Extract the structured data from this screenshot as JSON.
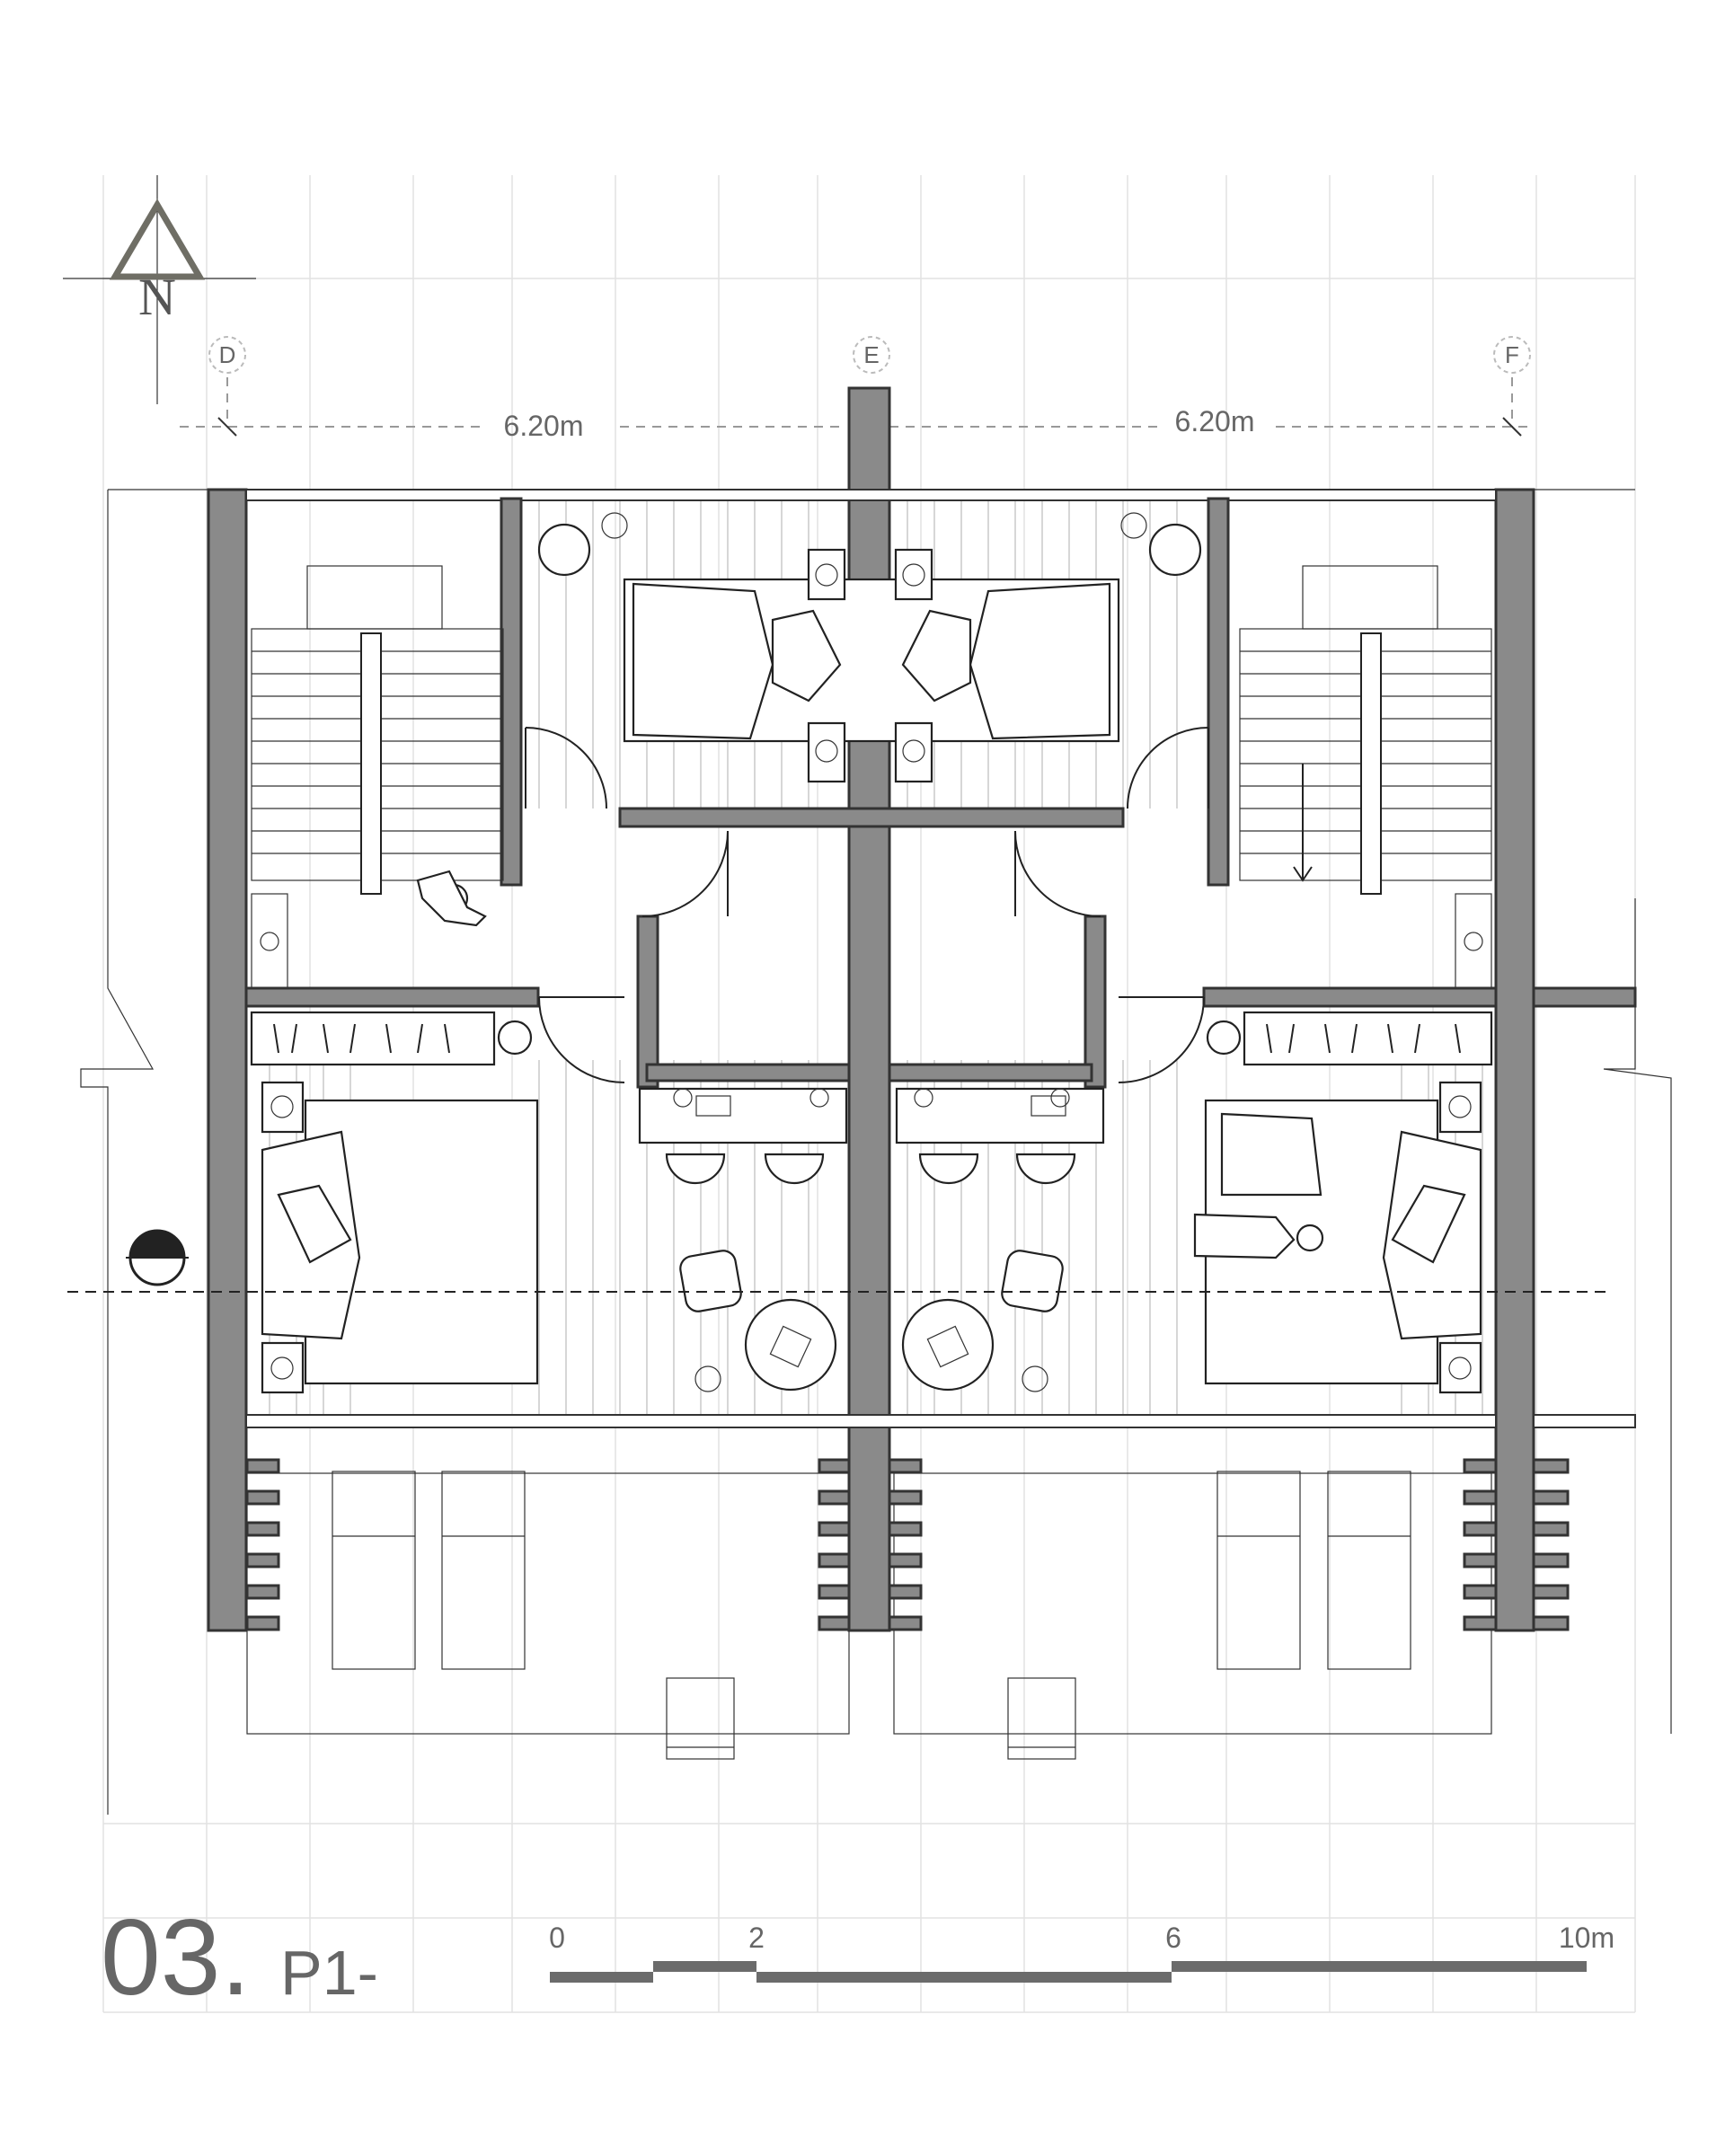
{
  "north": {
    "letter": "N"
  },
  "axes": [
    {
      "id": "d",
      "label": "D"
    },
    {
      "id": "e",
      "label": "E"
    },
    {
      "id": "f",
      "label": "F"
    }
  ],
  "dimensions": {
    "left": "6.20m",
    "right": "6.20m"
  },
  "title": {
    "number": "03.",
    "name": "P1-"
  },
  "scale": {
    "labels": [
      "0",
      "2",
      "6",
      "10m"
    ]
  }
}
